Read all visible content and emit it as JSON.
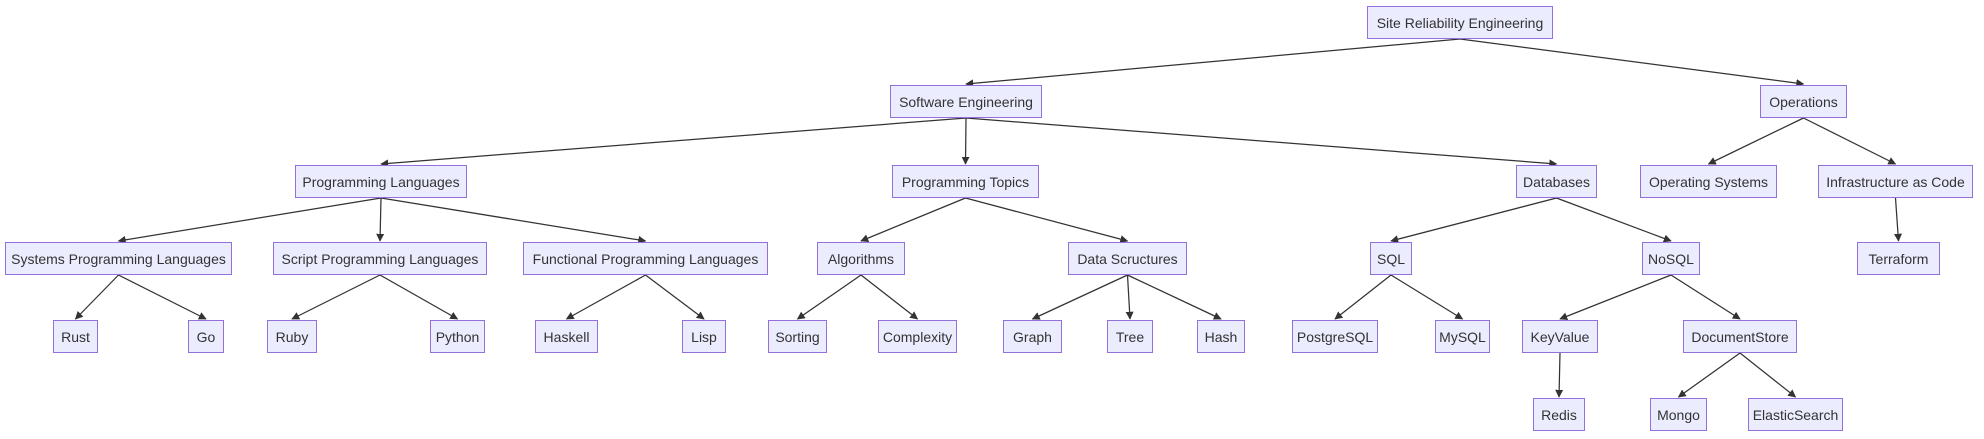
{
  "diagram": {
    "type": "flowchart-top-down",
    "colors": {
      "node_fill": "#ECECFF",
      "node_border": "#9370DB",
      "node_text": "#333333",
      "edge": "#333333",
      "background": "#ffffff"
    },
    "nodes": {
      "sre": {
        "label": "Site Reliability Engineering"
      },
      "software_engineering": {
        "label": "Software Engineering"
      },
      "operations": {
        "label": "Operations"
      },
      "programming_languages": {
        "label": "Programming Languages"
      },
      "programming_topics": {
        "label": "Programming Topics"
      },
      "databases": {
        "label": "Databases"
      },
      "operating_systems": {
        "label": "Operating Systems"
      },
      "infrastructure_as_code": {
        "label": "Infrastructure as Code"
      },
      "systems_programming_languages": {
        "label": "Systems Programming Languages"
      },
      "script_programming_languages": {
        "label": "Script Programming Languages"
      },
      "functional_programming_languages": {
        "label": "Functional Programming Languages"
      },
      "algorithms": {
        "label": "Algorithms"
      },
      "data_structures": {
        "label": "Data Scructures"
      },
      "sql": {
        "label": "SQL"
      },
      "nosql": {
        "label": "NoSQL"
      },
      "terraform": {
        "label": "Terraform"
      },
      "rust": {
        "label": "Rust"
      },
      "go": {
        "label": "Go"
      },
      "ruby": {
        "label": "Ruby"
      },
      "python": {
        "label": "Python"
      },
      "haskell": {
        "label": "Haskell"
      },
      "lisp": {
        "label": "Lisp"
      },
      "sorting": {
        "label": "Sorting"
      },
      "complexity": {
        "label": "Complexity"
      },
      "graph": {
        "label": "Graph"
      },
      "tree": {
        "label": "Tree"
      },
      "hash": {
        "label": "Hash"
      },
      "postgresql": {
        "label": "PostgreSQL"
      },
      "mysql": {
        "label": "MySQL"
      },
      "keyvalue": {
        "label": "KeyValue"
      },
      "documentstore": {
        "label": "DocumentStore"
      },
      "redis": {
        "label": "Redis"
      },
      "mongo": {
        "label": "Mongo"
      },
      "elasticsearch": {
        "label": "ElasticSearch"
      }
    },
    "edges": [
      {
        "from": "sre",
        "to": "software_engineering"
      },
      {
        "from": "sre",
        "to": "operations"
      },
      {
        "from": "software_engineering",
        "to": "programming_languages"
      },
      {
        "from": "software_engineering",
        "to": "programming_topics"
      },
      {
        "from": "software_engineering",
        "to": "databases"
      },
      {
        "from": "operations",
        "to": "operating_systems"
      },
      {
        "from": "operations",
        "to": "infrastructure_as_code"
      },
      {
        "from": "programming_languages",
        "to": "systems_programming_languages"
      },
      {
        "from": "programming_languages",
        "to": "script_programming_languages"
      },
      {
        "from": "programming_languages",
        "to": "functional_programming_languages"
      },
      {
        "from": "programming_topics",
        "to": "algorithms"
      },
      {
        "from": "programming_topics",
        "to": "data_structures"
      },
      {
        "from": "databases",
        "to": "sql"
      },
      {
        "from": "databases",
        "to": "nosql"
      },
      {
        "from": "infrastructure_as_code",
        "to": "terraform"
      },
      {
        "from": "systems_programming_languages",
        "to": "rust"
      },
      {
        "from": "systems_programming_languages",
        "to": "go"
      },
      {
        "from": "script_programming_languages",
        "to": "ruby"
      },
      {
        "from": "script_programming_languages",
        "to": "python"
      },
      {
        "from": "functional_programming_languages",
        "to": "haskell"
      },
      {
        "from": "functional_programming_languages",
        "to": "lisp"
      },
      {
        "from": "algorithms",
        "to": "sorting"
      },
      {
        "from": "algorithms",
        "to": "complexity"
      },
      {
        "from": "data_structures",
        "to": "graph"
      },
      {
        "from": "data_structures",
        "to": "tree"
      },
      {
        "from": "data_structures",
        "to": "hash"
      },
      {
        "from": "sql",
        "to": "postgresql"
      },
      {
        "from": "sql",
        "to": "mysql"
      },
      {
        "from": "nosql",
        "to": "keyvalue"
      },
      {
        "from": "nosql",
        "to": "documentstore"
      },
      {
        "from": "keyvalue",
        "to": "redis"
      },
      {
        "from": "documentstore",
        "to": "mongo"
      },
      {
        "from": "documentstore",
        "to": "elasticsearch"
      }
    ]
  }
}
